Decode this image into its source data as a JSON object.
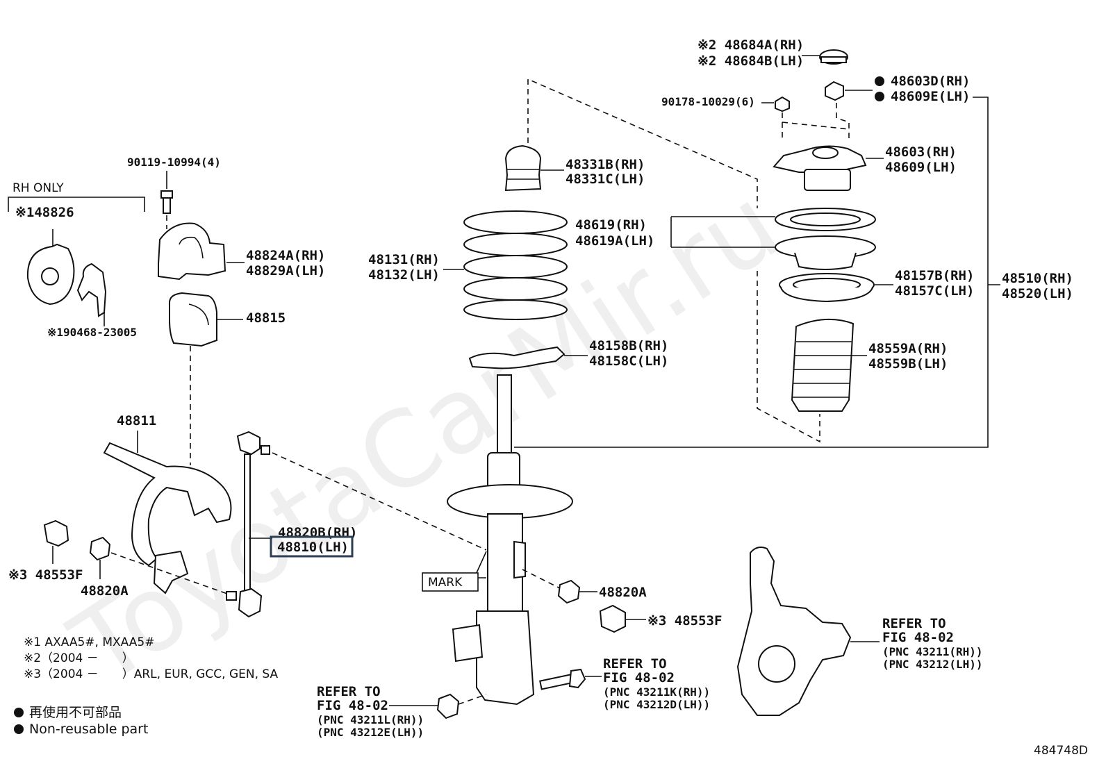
{
  "diagram_id": "484748D",
  "watermark": "ToyotaCarMir.ru",
  "labels": {
    "p48684a": "※2 48684A(RH)",
    "p48684b": "※2 48684B(LH)",
    "p48603d": "48603D(RH)",
    "p48609e": "48609E(LH)",
    "p90178": "90178-10029(6)",
    "p48331b": "48331B(RH)",
    "p48331c": "48331C(LH)",
    "p48603": "48603(RH)",
    "p48609": "48609(LH)",
    "p48619": "48619(RH)",
    "p48619a": "48619A(LH)",
    "p48131": "48131(RH)",
    "p48132": "48132(LH)",
    "p48157b": "48157B(RH)",
    "p48157c": "48157C(LH)",
    "p48510": "48510(RH)",
    "p48520": "48520(LH)",
    "p48158b": "48158B(RH)",
    "p48158c": "48158C(LH)",
    "p48559a": "48559A(RH)",
    "p48559b": "48559B(LH)",
    "p90119": "90119-10994(4)",
    "rh_only": "RH ONLY",
    "p48826": "※148826",
    "p48824a": "48824A(RH)",
    "p48829a": "48829A(LH)",
    "p48815": "48815",
    "p90468": "※190468-23005",
    "p48811": "48811",
    "p48820b": "48820B(RH)",
    "p48810": "48810(LH)",
    "p48553f_l": "※3 48553F",
    "p48820a_l": "48820A",
    "p48820a_r": "48820A",
    "p48553f_r": "※3 48553F",
    "mark": "MARK",
    "refer_knuckle": [
      "REFER TO",
      "FIG 48-02",
      "(PNC 43211(RH))",
      "(PNC 43212(LH))"
    ],
    "refer_bolt": [
      "REFER TO",
      "FIG 48-02",
      "(PNC 43211K(RH))",
      "(PNC 43212D(LH))"
    ],
    "refer_nut": [
      "REFER TO",
      "FIG 48-02",
      "(PNC 43211L(RH))",
      "(PNC 43212E(LH))"
    ]
  },
  "notes": [
    "※1 AXAA5#, MXAA5#",
    "※2（2004 －　　）",
    "※3（2004 －　　）ARL, EUR, GCC, GEN, SA"
  ],
  "legend": {
    "symbol": "●",
    "jp": "再使用不可部品",
    "en": "Non-reusable part"
  }
}
